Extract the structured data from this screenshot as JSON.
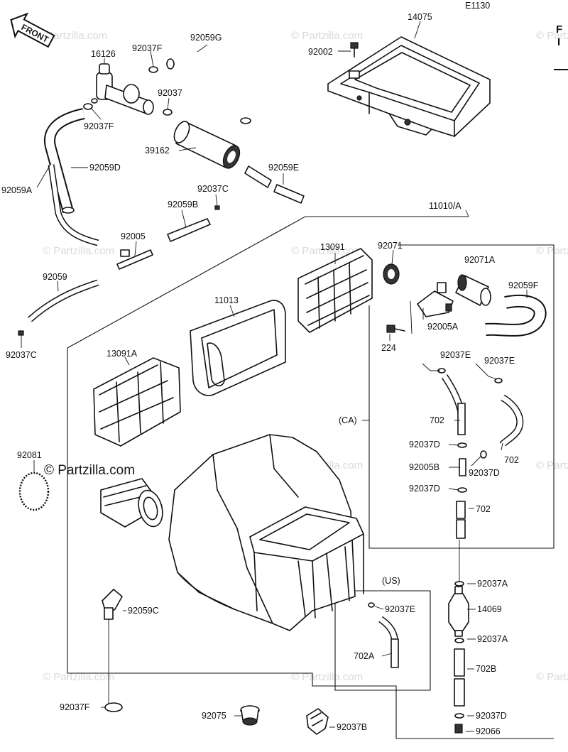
{
  "diagram_code": "E1130",
  "front_label": "FRONT",
  "watermark": "© Partzilla.com",
  "corner_glyph_1": "F",
  "corner_glyph_2": "I",
  "group_labels": {
    "ca": "(CA)",
    "us": "(US)"
  },
  "labels": {
    "p14075": "14075",
    "p92002": "92002",
    "p92059G": "92059G",
    "p16126": "16126",
    "p92037F_a": "92037F",
    "p92037_a": "92037",
    "p92037F_b": "92037F",
    "p39162": "39162",
    "p92059D": "92059D",
    "p92059A": "92059A",
    "p92059E": "92059E",
    "p92037C_a": "92037C",
    "p92059B": "92059B",
    "p11010A": "11010/A",
    "p92005": "92005",
    "p13091": "13091",
    "p92071": "92071",
    "p92071A": "92071A",
    "p92059": "92059",
    "p11013": "11013",
    "p92059F": "92059F",
    "p92005A": "92005A",
    "p224": "224",
    "p92037C_b": "92037C",
    "p13091A": "13091A",
    "p92037E_a": "92037E",
    "p92037E_b": "92037E",
    "p702_a": "702",
    "p702_b": "702",
    "p92037D_a": "92037D",
    "p92005B": "92005B",
    "p92037D_b": "92037D",
    "p92037D_c": "92037D",
    "p702_c": "702",
    "p92081": "92081",
    "p92037A_a": "92037A",
    "p92059C": "92059C",
    "p92037E_c": "92037E",
    "p14069": "14069",
    "p702A": "702A",
    "p92037A_b": "92037A",
    "p702B": "702B",
    "p92037F_c": "92037F",
    "p92075": "92075",
    "p92037B": "92037B",
    "p92037D_d": "92037D",
    "p92066": "92066"
  }
}
